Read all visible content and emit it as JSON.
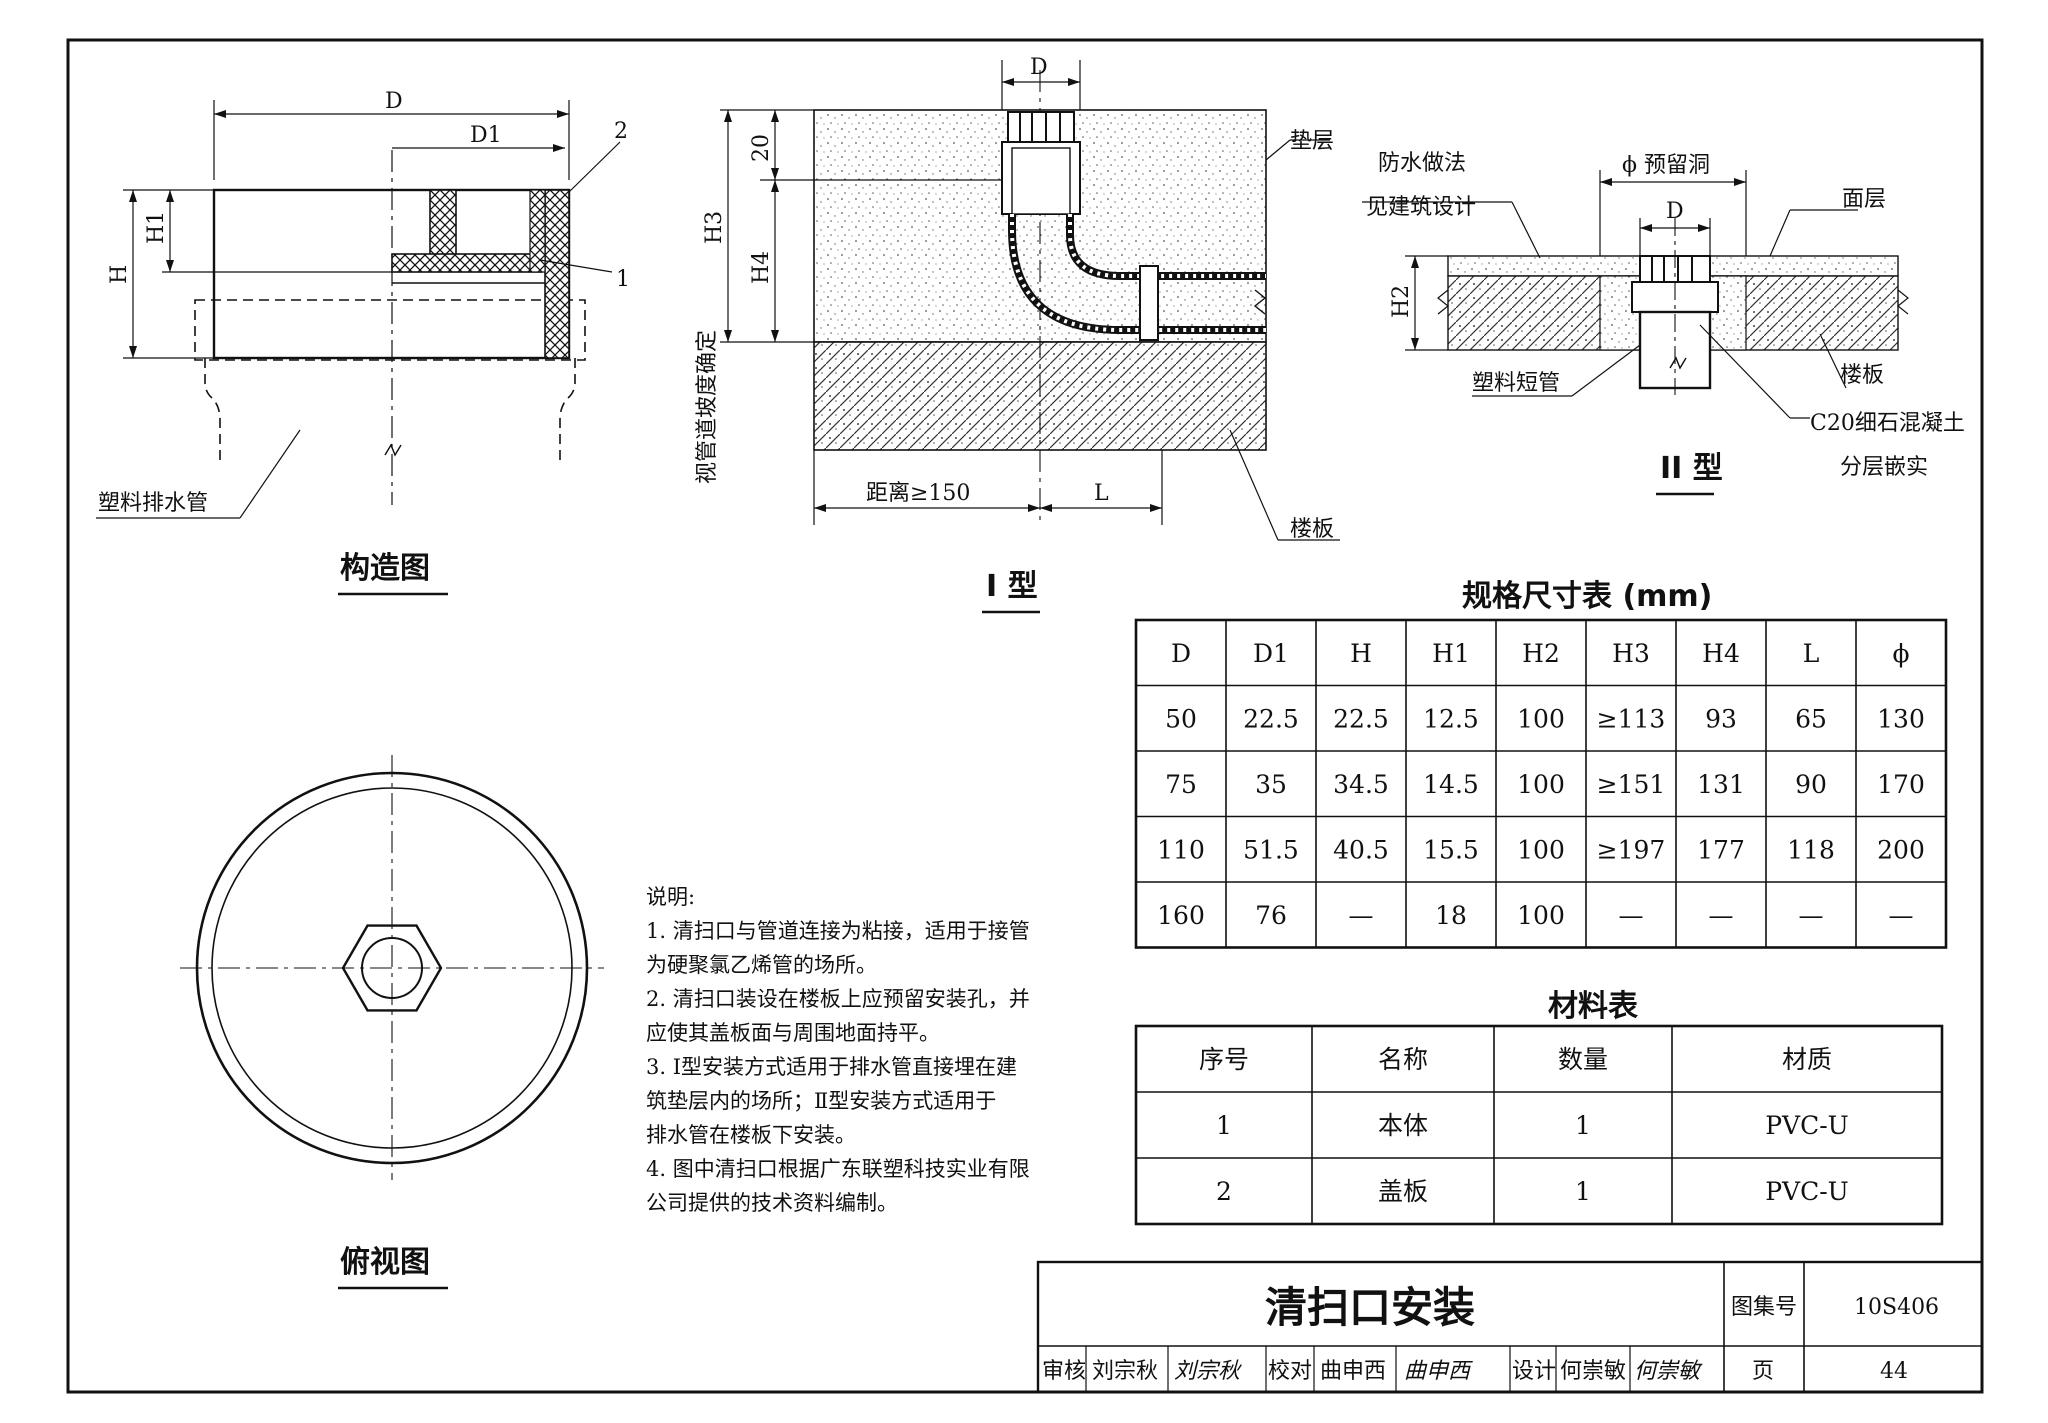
{
  "views": {
    "construction": {
      "caption": "构造图",
      "dims": {
        "D": "D",
        "D1": "D1",
        "H": "H",
        "H1": "H1"
      },
      "callouts": {
        "c1": "1",
        "c2": "2"
      },
      "pipe_label": "塑料排水管"
    },
    "type1": {
      "caption": "I 型",
      "dims": {
        "D": "D",
        "h20": "20",
        "H3": "H3",
        "H4": "H4",
        "vertical_note": "视管道坡度确定",
        "distance": "距离≥150",
        "L": "L"
      },
      "labels": {
        "cushion": "垫层",
        "slab": "楼板"
      }
    },
    "type2": {
      "caption": "II 型",
      "dims": {
        "phi": "ϕ 预留洞",
        "D": "D",
        "H2": "H2"
      },
      "labels": {
        "waterproof1": "防水做法",
        "waterproof2": "见建筑设计",
        "surface": "面层",
        "slab": "楼板",
        "short_pipe": "塑料短管",
        "concrete1": "C20细石混凝土",
        "concrete2": "分层嵌实"
      }
    },
    "top": {
      "caption": "俯视图"
    }
  },
  "spec_table": {
    "title": "规格尺寸表   (mm)",
    "headers": [
      "D",
      "D1",
      "H",
      "H1",
      "H2",
      "H3",
      "H4",
      "L",
      "ϕ"
    ],
    "rows": [
      [
        "50",
        "22.5",
        "22.5",
        "12.5",
        "100",
        "≥113",
        "93",
        "65",
        "130"
      ],
      [
        "75",
        "35",
        "34.5",
        "14.5",
        "100",
        "≥151",
        "131",
        "90",
        "170"
      ],
      [
        "110",
        "51.5",
        "40.5",
        "15.5",
        "100",
        "≥197",
        "177",
        "118",
        "200"
      ],
      [
        "160",
        "76",
        "—",
        "18",
        "100",
        "—",
        "—",
        "—",
        "—"
      ]
    ]
  },
  "material_table": {
    "title": "材料表",
    "headers": [
      "序号",
      "名称",
      "数量",
      "材质"
    ],
    "rows": [
      [
        "1",
        "本体",
        "1",
        "PVC-U"
      ],
      [
        "2",
        "盖板",
        "1",
        "PVC-U"
      ]
    ]
  },
  "notes": {
    "heading": "说明:",
    "lines": [
      "1.  清扫口与管道连接为粘接，适用于接管",
      "     为硬聚氯乙烯管的场所。",
      "2.  清扫口装设在楼板上应预留安装孔，并",
      "     应使其盖板面与周围地面持平。",
      "3.  Ⅰ型安装方式适用于排水管直接埋在建",
      "     筑垫层内的场所；Ⅱ型安装方式适用于",
      "     排水管在楼板下安装。",
      "4.  图中清扫口根据广东联塑科技实业有限",
      "     公司提供的技术资料编制。"
    ]
  },
  "title_block": {
    "title": "清扫口安装",
    "atlas_label": "图集号",
    "atlas_no": "10S406",
    "review_label": "审核",
    "reviewer": "刘宗秋",
    "reviewer_sig": "刘宗秋",
    "check_label": "校对",
    "checker": "曲申西",
    "checker_sig": "曲申西",
    "design_label": "设计",
    "designer": "何崇敏",
    "designer_sig": "何崇敏",
    "page_label": "页",
    "page_no": "44"
  }
}
